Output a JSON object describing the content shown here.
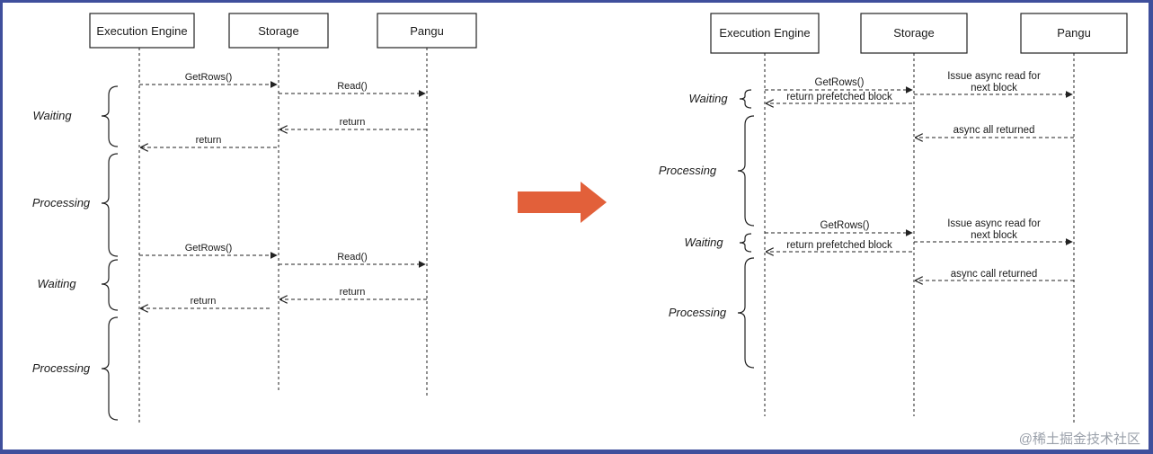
{
  "left_diagram": {
    "actors": [
      "Execution Engine",
      "Storage",
      "Pangu"
    ],
    "messages": [
      "GetRows()",
      "Read()",
      "return",
      "return",
      "GetRows()",
      "Read()",
      "return",
      "return"
    ],
    "phases": [
      "Waiting",
      "Processing",
      "Waiting",
      "Processing"
    ]
  },
  "right_diagram": {
    "actors": [
      "Execution Engine",
      "Storage",
      "Pangu"
    ],
    "messages": [
      "GetRows()",
      "return prefetched block",
      "Issue async read for",
      "next block",
      "async all returned",
      "GetRows()",
      "return prefetched block",
      "Issue async read for",
      "next block",
      "async call returned"
    ],
    "phases": [
      "Waiting",
      "Processing",
      "Waiting",
      "Processing"
    ]
  },
  "transition_arrow": {
    "color": "#e2603a"
  },
  "watermark": "@稀土掘金技术社区",
  "colors": {
    "background_frame": "#3f4f9c",
    "arrow": "#e2603a",
    "line": "#222222"
  }
}
